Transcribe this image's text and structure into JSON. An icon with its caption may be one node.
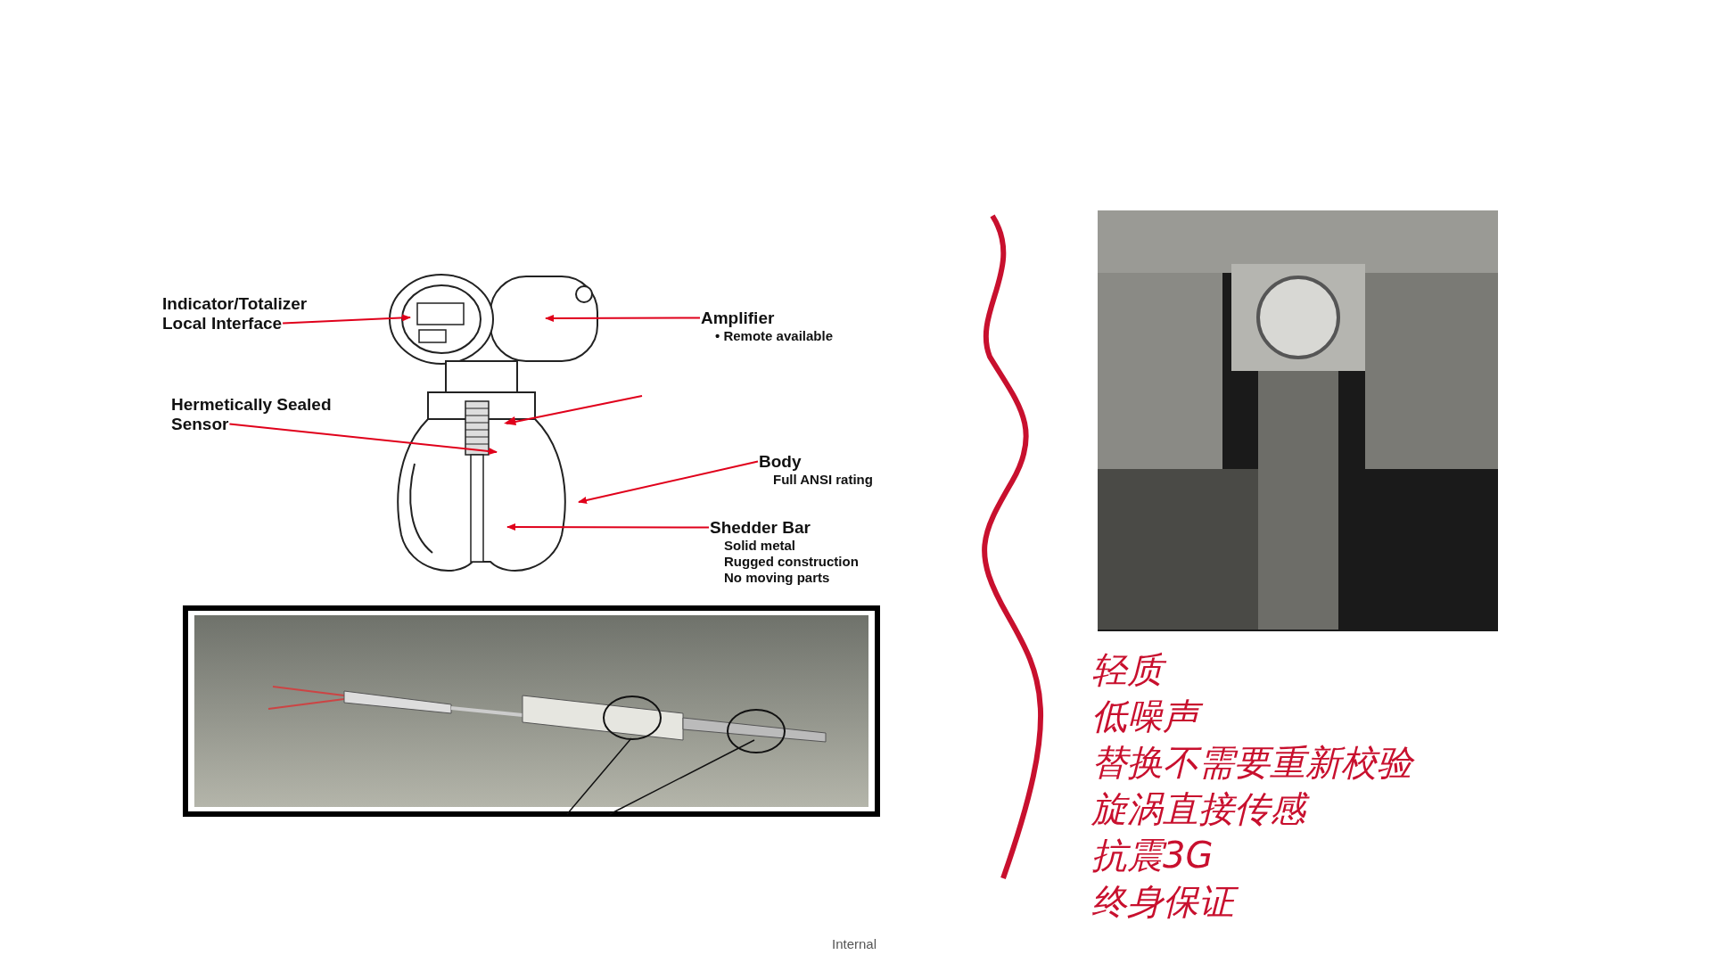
{
  "diagram": {
    "nodes": [
      {
        "text": [
          "Indicator/Totalizer Local Interface"
        ]
      },
      {
        "text": [
          "Amplifier",
          "• Remote available"
        ]
      },
      {
        "text": [
          "Hermetically Sealed Sensor"
        ]
      },
      {
        "text": [
          "Body",
          "Full ANSI rating"
        ]
      },
      {
        "text": [
          "Shedder Bar",
          "Solid metal",
          "Rugged construction",
          "No moving parts"
        ]
      },
      {
        "text": [],
        "shape": "picture"
      },
      {
        "text": [],
        "shape": "picture"
      },
      {
        "text": [],
        "shape": "picture"
      }
    ],
    "edges": [
      {
        "from": 0,
        "to": 5,
        "arrow": "to"
      },
      {
        "from": 1,
        "to": 5,
        "arrow": "to"
      },
      {
        "from": 2,
        "to": 5,
        "arrow": "to"
      },
      {
        "from": 3,
        "to": 5,
        "arrow": "to"
      },
      {
        "from": 4,
        "to": 5,
        "arrow": "to"
      }
    ],
    "labels": [
      "轻质",
      "低噪声",
      "替换不需要重新校验",
      "旋涡直接传感",
      "抗震3G",
      "终身保证",
      "Internal"
    ]
  }
}
